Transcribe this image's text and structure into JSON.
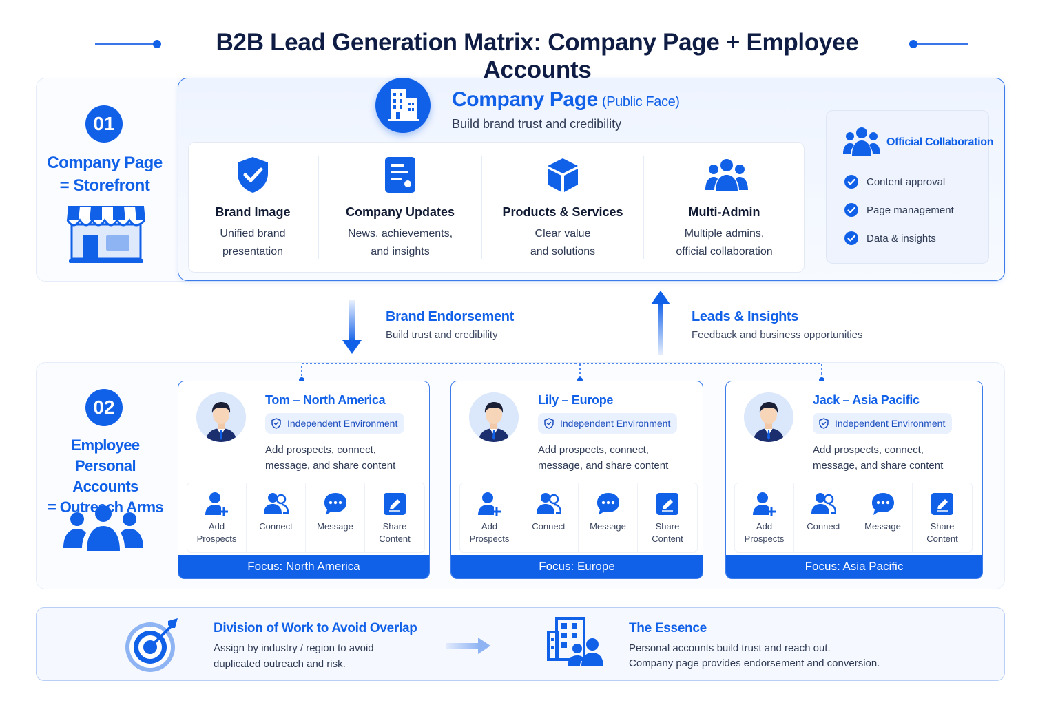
{
  "title": "B2B Lead Generation Matrix: Company Page + Employee Accounts",
  "colors": {
    "accent": "#1160e8",
    "text": "#1f2a44"
  },
  "section1": {
    "badge": "01",
    "label_line1": "Company Page",
    "label_line2": "= Storefront",
    "company_page": {
      "title": "Company Page",
      "title_sub": "(Public Face)",
      "subtitle": "Build brand trust and credibility",
      "features": [
        {
          "icon": "shield-check-icon",
          "title": "Brand Image",
          "desc_line1": "Unified brand",
          "desc_line2": "presentation"
        },
        {
          "icon": "document-icon",
          "title": "Company Updates",
          "desc_line1": "News, achievements,",
          "desc_line2": "and insights"
        },
        {
          "icon": "cube-icon",
          "title": "Products & Services",
          "desc_line1": "Clear value",
          "desc_line2": "and solutions"
        },
        {
          "icon": "group-icon",
          "title": "Multi-Admin",
          "desc_line1": "Multiple admins,",
          "desc_line2": "official collaboration"
        }
      ],
      "collaboration": {
        "title": "Official Collaboration",
        "items": [
          "Content approval",
          "Page management",
          "Data & insights"
        ]
      }
    }
  },
  "flows": {
    "down": {
      "title": "Brand Endorsement",
      "desc": "Build trust and credibility"
    },
    "up": {
      "title": "Leads & Insights",
      "desc": "Feedback and business opportunities"
    }
  },
  "section2": {
    "badge": "02",
    "label_line1": "Employee",
    "label_line2": "Personal Accounts",
    "label_line3": "= Outreach Arms",
    "employees": [
      {
        "name": "Tom – North America",
        "env": "Independent Environment",
        "desc": "Add prospects, connect, message, and share content",
        "focus": "Focus:  North America"
      },
      {
        "name": "Lily – Europe",
        "env": "Independent Environment",
        "desc": "Add prospects, connect, message, and share content",
        "focus": "Focus:  Europe"
      },
      {
        "name": "Jack – Asia Pacific",
        "env": "Independent Environment",
        "desc": "Add prospects, connect, message, and share content",
        "focus": "Focus:  Asia Pacific"
      }
    ],
    "actions": {
      "add_line1": "Add",
      "add_line2": "Prospects",
      "connect": "Connect",
      "message": "Message",
      "share_line1": "Share",
      "share_line2": "Content"
    }
  },
  "bottom": {
    "division": {
      "title": "Division of Work to Avoid Overlap",
      "desc": "Assign by industry / region to avoid duplicated outreach and risk."
    },
    "essence": {
      "title": "The Essence",
      "desc_line1": "Personal accounts build trust and reach out.",
      "desc_line2": "Company page provides endorsement and conversion."
    }
  }
}
